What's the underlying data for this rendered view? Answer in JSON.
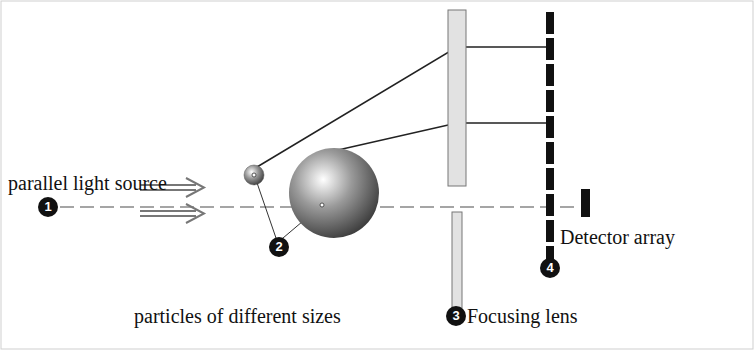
{
  "diagram": {
    "labels": [
      "parallel light source",
      "1",
      "2",
      "particles of different sizes",
      "3",
      "Focusing lens",
      "4",
      "Detector array"
    ]
  }
}
